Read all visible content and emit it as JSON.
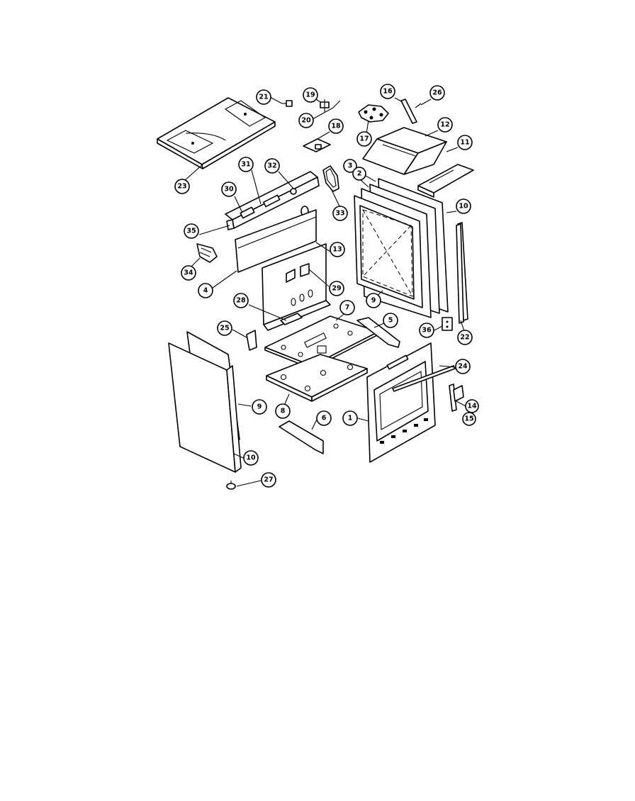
{
  "diagram": {
    "callouts": [
      {
        "id": "c23",
        "label": "23"
      },
      {
        "id": "c21",
        "label": "21"
      },
      {
        "id": "c19",
        "label": "19"
      },
      {
        "id": "c20",
        "label": "20"
      },
      {
        "id": "c18",
        "label": "18"
      },
      {
        "id": "c17",
        "label": "17"
      },
      {
        "id": "c16",
        "label": "16"
      },
      {
        "id": "c26",
        "label": "26"
      },
      {
        "id": "c12",
        "label": "12"
      },
      {
        "id": "c11",
        "label": "11"
      },
      {
        "id": "c3",
        "label": "3"
      },
      {
        "id": "c2",
        "label": "2"
      },
      {
        "id": "c10a",
        "label": "10"
      },
      {
        "id": "c31",
        "label": "31"
      },
      {
        "id": "c32",
        "label": "32"
      },
      {
        "id": "c30",
        "label": "30"
      },
      {
        "id": "c33",
        "label": "33"
      },
      {
        "id": "c35",
        "label": "35"
      },
      {
        "id": "c13",
        "label": "13"
      },
      {
        "id": "c34",
        "label": "34"
      },
      {
        "id": "c4",
        "label": "4"
      },
      {
        "id": "c29",
        "label": "29"
      },
      {
        "id": "c9a",
        "label": "9"
      },
      {
        "id": "c28",
        "label": "28"
      },
      {
        "id": "c7",
        "label": "7"
      },
      {
        "id": "c5",
        "label": "5"
      },
      {
        "id": "c36",
        "label": "36"
      },
      {
        "id": "c22",
        "label": "22"
      },
      {
        "id": "c25",
        "label": "25"
      },
      {
        "id": "c24",
        "label": "24"
      },
      {
        "id": "c9b",
        "label": "9"
      },
      {
        "id": "c8",
        "label": "8"
      },
      {
        "id": "c1",
        "label": "1"
      },
      {
        "id": "c6",
        "label": "6"
      },
      {
        "id": "c14",
        "label": "14"
      },
      {
        "id": "c15",
        "label": "15"
      },
      {
        "id": "c10b",
        "label": "10"
      },
      {
        "id": "c27",
        "label": "27"
      }
    ]
  }
}
